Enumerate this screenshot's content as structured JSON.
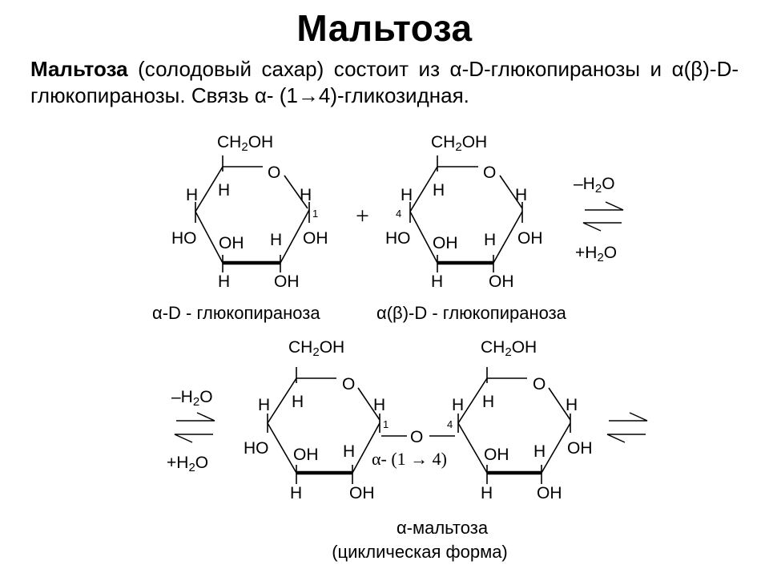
{
  "title": "Мальтоза",
  "intro": {
    "term": "Мальтоза",
    "text_a": " (солодовый сахар) состоит из ",
    "alpha": "α",
    "text_b": "-D-глюкопиранозы и ",
    "alpha2": "α",
    "paren_beta": "(β)",
    "text_c": "-D-глюкопиранозы. Связь ",
    "alpha3": "α",
    "text_d": "- (1→4)-гликозидная."
  },
  "labels": {
    "ch2": "CH",
    "sub2": "2",
    "oh_tail": "OH",
    "ring_o": "O",
    "h": "H",
    "oh": "OH",
    "ho": "HO",
    "num1": "1",
    "num4": "4",
    "plus": "+",
    "minus_h": "–H",
    "plus_h": "+H",
    "o_tail": "O",
    "bridge_o": "O"
  },
  "captions": {
    "alpha_glucose": "α-D - глюкопираноза",
    "alphabeta_glucose": "α(β)-D - глюкопираноза",
    "bond_label": "α- (1 → 4)",
    "maltose_name": "α-мальтоза",
    "maltose_form": "(циклическая форма)"
  }
}
